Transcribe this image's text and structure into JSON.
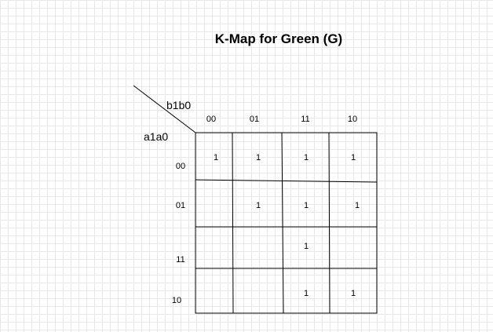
{
  "title": "K-Map for Green (G)",
  "col_var": "b1b0",
  "row_var": "a1a0",
  "col_headers": [
    "00",
    "01",
    "11",
    "10"
  ],
  "row_headers": [
    "00",
    "01",
    "11",
    "10"
  ],
  "cells": [
    [
      "1",
      "1",
      "1",
      "1"
    ],
    [
      "",
      "1",
      "1",
      "1"
    ],
    [
      "",
      "",
      "1",
      ""
    ],
    [
      "",
      "",
      "1",
      "1"
    ]
  ]
}
